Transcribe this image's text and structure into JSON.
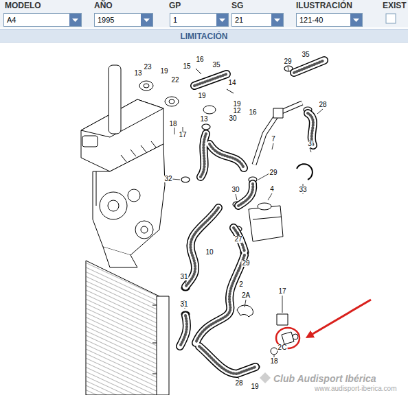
{
  "diagram": {
    "nodes": [
      {
        "text": [
          "A4"
        ]
      },
      {
        "text": [
          "1995"
        ]
      },
      {
        "text": [
          "1"
        ]
      },
      {
        "text": [
          "21"
        ]
      },
      {
        "text": [
          "121-40"
        ]
      },
      {
        "text": [
          "LIMITACIÓN"
        ]
      }
    ],
    "edges": [],
    "labels": [
      "MODELO",
      "AÑO",
      "GP",
      "SG",
      "ILUSTRACIÓN",
      "EXIST",
      "23",
      "13",
      "19",
      "16",
      "15",
      "35",
      "22",
      "14",
      "18",
      "17",
      "19",
      "19",
      "12",
      "13",
      "30",
      "16",
      "35",
      "29",
      "28",
      "7",
      "3",
      "32",
      "29",
      "4",
      "30",
      "33",
      "27",
      "10",
      "29",
      "31",
      "2",
      "31",
      "2A",
      "17",
      "2C",
      "18",
      "28",
      "19",
      "Club Audisport Ibérica",
      "www.audisport-iberica.com"
    ]
  }
}
